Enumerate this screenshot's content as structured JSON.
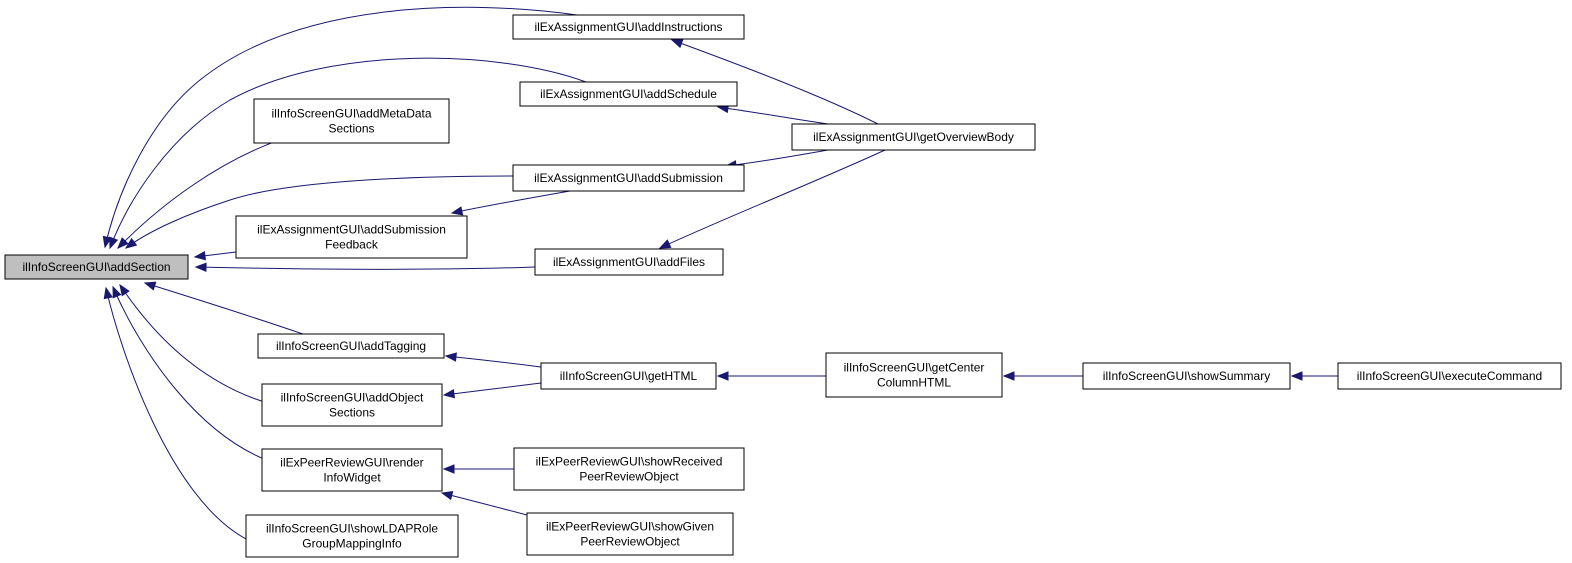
{
  "nodes": [
    {
      "id": "root",
      "lines": [
        "ilInfoScreenGUI\\addSection"
      ],
      "root": true
    },
    {
      "id": "addInstructions",
      "lines": [
        "ilExAssignmentGUI\\addInstructions"
      ]
    },
    {
      "id": "addSchedule",
      "lines": [
        "ilExAssignmentGUI\\addSchedule"
      ]
    },
    {
      "id": "addMetaData",
      "lines": [
        "ilInfoScreenGUI\\addMetaData",
        "Sections"
      ]
    },
    {
      "id": "getOverviewBody",
      "lines": [
        "ilExAssignmentGUI\\getOverviewBody"
      ]
    },
    {
      "id": "addSubmission",
      "lines": [
        "ilExAssignmentGUI\\addSubmission"
      ]
    },
    {
      "id": "addSubmissionFeedback",
      "lines": [
        "ilExAssignmentGUI\\addSubmission",
        "Feedback"
      ]
    },
    {
      "id": "addFiles",
      "lines": [
        "ilExAssignmentGUI\\addFiles"
      ]
    },
    {
      "id": "addTagging",
      "lines": [
        "ilInfoScreenGUI\\addTagging"
      ]
    },
    {
      "id": "getHTML",
      "lines": [
        "ilInfoScreenGUI\\getHTML"
      ]
    },
    {
      "id": "getCenterColumnHTML",
      "lines": [
        "ilInfoScreenGUI\\getCenter",
        "ColumnHTML"
      ]
    },
    {
      "id": "showSummary",
      "lines": [
        "ilInfoScreenGUI\\showSummary"
      ]
    },
    {
      "id": "executeCommand",
      "lines": [
        "ilInfoScreenGUI\\executeCommand"
      ]
    },
    {
      "id": "addObjectSections",
      "lines": [
        "ilInfoScreenGUI\\addObject",
        "Sections"
      ]
    },
    {
      "id": "renderInfoWidget",
      "lines": [
        "ilExPeerReviewGUI\\render",
        "InfoWidget"
      ]
    },
    {
      "id": "showReceived",
      "lines": [
        "ilExPeerReviewGUI\\showReceived",
        "PeerReviewObject"
      ]
    },
    {
      "id": "showGiven",
      "lines": [
        "ilExPeerReviewGUI\\showGiven",
        "PeerReviewObject"
      ]
    },
    {
      "id": "showLDAP",
      "lines": [
        "ilInfoScreenGUI\\showLDAPRole",
        "GroupMappingInfo"
      ]
    }
  ],
  "edges": [
    {
      "from": "addInstructions",
      "to": "root"
    },
    {
      "from": "addSchedule",
      "to": "root"
    },
    {
      "from": "addMetaData",
      "to": "root"
    },
    {
      "from": "addSubmission",
      "to": "root"
    },
    {
      "from": "addSubmissionFeedback",
      "to": "root"
    },
    {
      "from": "addFiles",
      "to": "root"
    },
    {
      "from": "addTagging",
      "to": "root"
    },
    {
      "from": "addObjectSections",
      "to": "root"
    },
    {
      "from": "renderInfoWidget",
      "to": "root"
    },
    {
      "from": "showLDAP",
      "to": "root"
    },
    {
      "from": "getOverviewBody",
      "to": "addInstructions"
    },
    {
      "from": "getOverviewBody",
      "to": "addSchedule"
    },
    {
      "from": "getOverviewBody",
      "to": "addSubmission"
    },
    {
      "from": "getOverviewBody",
      "to": "addFiles"
    },
    {
      "from": "addSubmission",
      "to": "addSubmissionFeedback"
    },
    {
      "from": "getHTML",
      "to": "addTagging"
    },
    {
      "from": "getHTML",
      "to": "addObjectSections"
    },
    {
      "from": "getCenterColumnHTML",
      "to": "getHTML"
    },
    {
      "from": "showSummary",
      "to": "getCenterColumnHTML"
    },
    {
      "from": "executeCommand",
      "to": "showSummary"
    },
    {
      "from": "showReceived",
      "to": "renderInfoWidget"
    },
    {
      "from": "showGiven",
      "to": "renderInfoWidget"
    }
  ]
}
